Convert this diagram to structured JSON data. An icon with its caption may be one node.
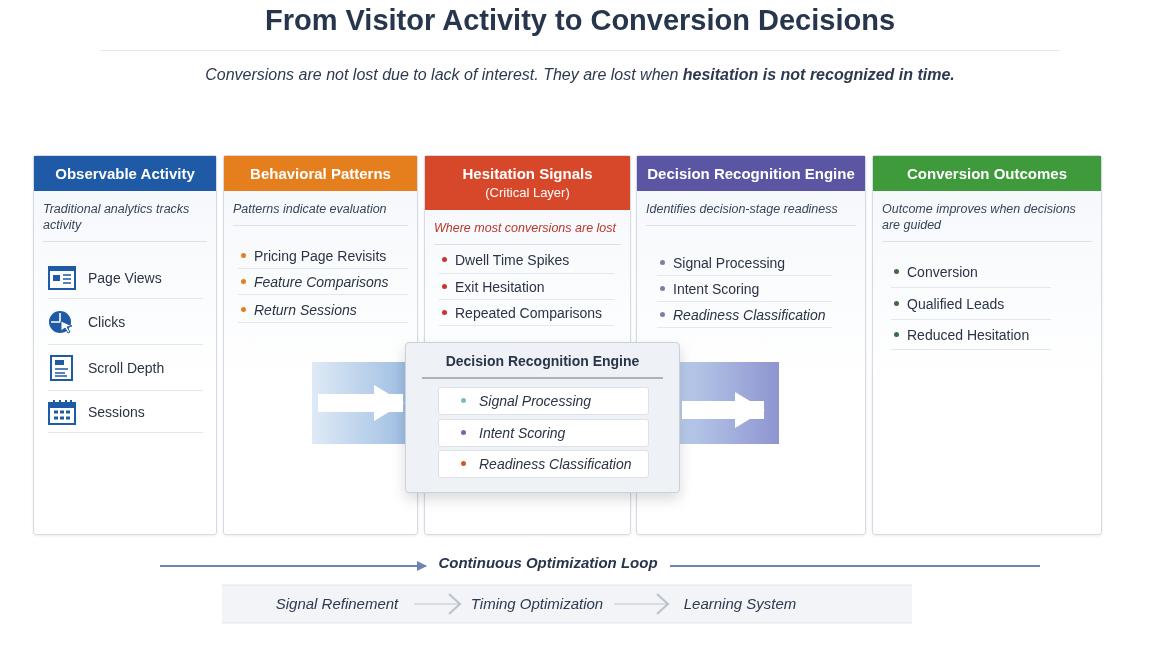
{
  "diagram": {
    "title": "From Visitor Activity to Conversion Decisions",
    "nodes": [
      {
        "text": [
          "Observable Activity",
          "Traditional analytics tracks activity"
        ]
      },
      {
        "text": [
          "Page Views"
        ],
        "in": 0
      },
      {
        "text": [
          "Clicks"
        ],
        "in": 0
      },
      {
        "text": [
          "Scroll Depth"
        ],
        "in": 0
      },
      {
        "text": [
          "Sessions"
        ],
        "in": 0
      },
      {
        "text": [
          "Behavioral Patterns",
          "Patterns indicate evaluation"
        ]
      },
      {
        "text": [
          "Pricing Page Revisits"
        ],
        "in": 5
      },
      {
        "text": [
          "Feature Comparisons"
        ],
        "in": 5
      },
      {
        "text": [
          "Return Sessions"
        ],
        "in": 5
      },
      {
        "text": [
          "Hesitation Signals",
          "(Critical Layer)",
          "Where most conversions are lost"
        ]
      },
      {
        "text": [
          "Dwell Time Spikes"
        ],
        "in": 9
      },
      {
        "text": [
          "Exit Hesitation"
        ],
        "in": 9
      },
      {
        "text": [
          "Repeated Comparisons"
        ],
        "in": 9
      },
      {
        "text": [
          "Decision Recognition Engine",
          "Identifies decision-stage readiness"
        ]
      },
      {
        "text": [
          "Signal Processing"
        ],
        "in": 13
      },
      {
        "text": [
          "Intent Scoring"
        ],
        "in": 13
      },
      {
        "text": [
          "Readiness Classification"
        ],
        "in": 13
      },
      {
        "text": [
          "Conversion Outcomes",
          "Outcome improves when decisions are guided"
        ]
      },
      {
        "text": [
          "Conversion"
        ],
        "in": 17
      },
      {
        "text": [
          "Qualified Leads"
        ],
        "in": 17
      },
      {
        "text": [
          "Reduced Hesitation"
        ],
        "in": 17
      },
      {
        "text": [
          "Decision Recognition Engine"
        ]
      },
      {
        "text": [
          "Signal Processing"
        ],
        "in": 21
      },
      {
        "text": [
          "Intent Scoring"
        ],
        "in": 21
      },
      {
        "text": [
          "Readiness Classification"
        ],
        "in": 21
      },
      {
        "text": [
          "Continuous Optimization Loop"
        ]
      },
      {
        "text": [
          "Signal Refinement"
        ]
      },
      {
        "text": [
          "Timing Optimization"
        ]
      },
      {
        "text": [
          "Learning System"
        ]
      }
    ],
    "edges": [
      {
        "from": null,
        "to": 21,
        "arrow": "to",
        "style": "thick",
        "color": "#ffffff"
      },
      {
        "from": 21,
        "to": null,
        "arrow": "to",
        "style": "thick",
        "color": "#ffffff"
      },
      {
        "from": null,
        "to": 25,
        "arrow": "to",
        "color": "#6d84b5"
      },
      {
        "from": 25,
        "to": null,
        "arrow": "none",
        "color": "#6d84b5"
      },
      {
        "from": 26,
        "to": 27,
        "arrow": "to"
      },
      {
        "from": 27,
        "to": 28,
        "arrow": "to"
      }
    ],
    "labels": [
      "Conversions are not lost due to lack of interest. They are lost when **hesitation is not recognized in time.**"
    ]
  }
}
